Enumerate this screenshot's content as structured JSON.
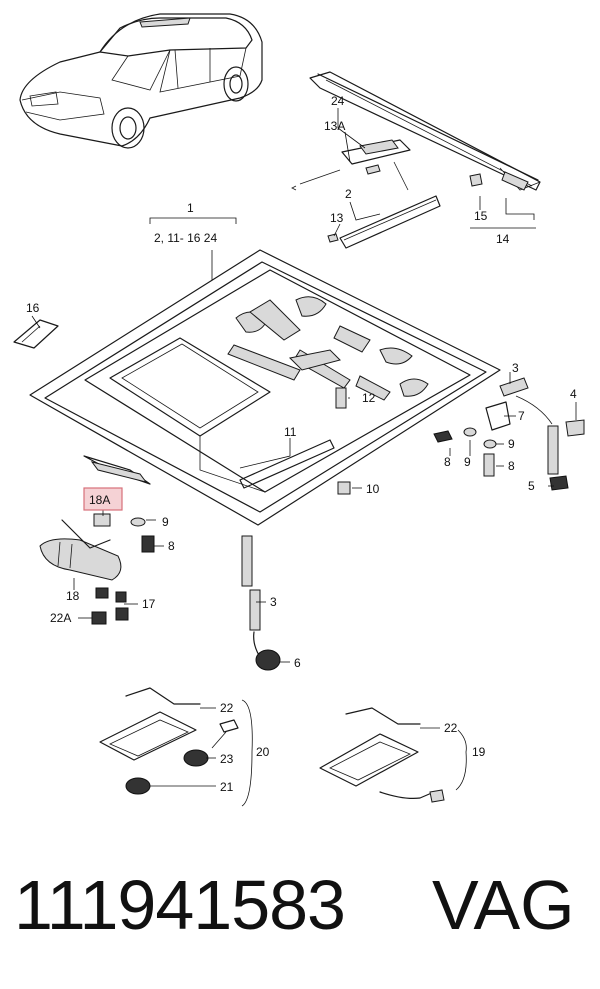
{
  "labels": {
    "l24": "24",
    "l13a": "13A",
    "l2": "2",
    "l13": "13",
    "l15": "15",
    "l14": "14",
    "l1": "1",
    "l1sub": "2, 11- 16  24",
    "l16": "16",
    "l3a": "3",
    "l4": "4",
    "l12": "12",
    "l7": "7",
    "l11": "11",
    "l8a": "8",
    "l9a": "9",
    "l9b": "9",
    "l8b": "8",
    "l10": "10",
    "l5": "5",
    "l18a": "18A",
    "l9c": "9",
    "l8c": "8",
    "l18": "18",
    "l17": "17",
    "l22a": "22A",
    "l3b": "3",
    "l6": "6",
    "l22b": "22",
    "l23": "23",
    "l20": "20",
    "l21": "21",
    "l22c": "22",
    "l19": "19"
  },
  "footer": {
    "part_number": "111941583",
    "brand": "VAG"
  },
  "colors": {
    "highlight_fill": "#f5d2d5",
    "highlight_stroke": "#d7707a"
  }
}
